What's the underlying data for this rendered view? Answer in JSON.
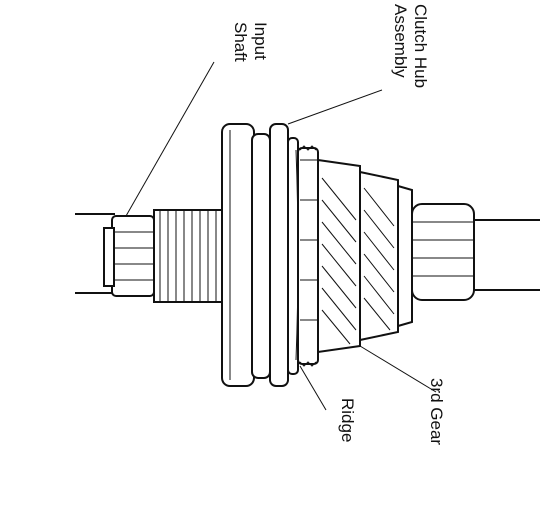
{
  "labels": {
    "input_shaft": [
      "Input",
      "Shaft"
    ],
    "clutch_hub": [
      "Clutch Hub",
      "Assembly"
    ],
    "third_gear": "3rd Gear",
    "ridge": "Ridge"
  }
}
